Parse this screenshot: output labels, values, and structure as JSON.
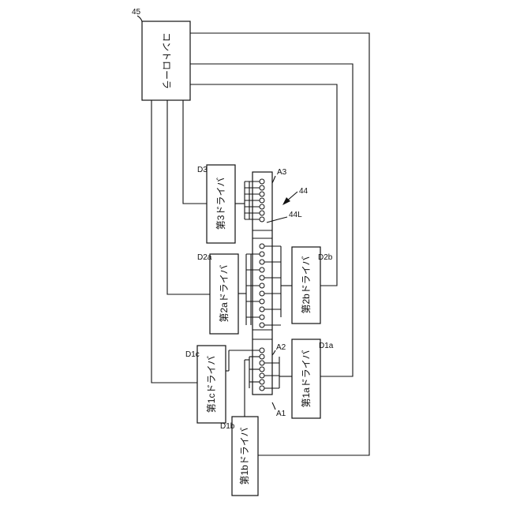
{
  "diagram": {
    "controller": {
      "ref": "45",
      "label": "コントローラ"
    },
    "drivers": {
      "d3": {
        "ref": "D3",
        "label": "第3ドライバ"
      },
      "d2a": {
        "ref": "D2a",
        "label": "第2aドライバ"
      },
      "d2b": {
        "ref": "D2b",
        "label": "第2bドライバ"
      },
      "d1c": {
        "ref": "D1c",
        "label": "第1cドライバ"
      },
      "d1a": {
        "ref": "D1a",
        "label": "第1aドライバ"
      },
      "d1b": {
        "ref": "D1b",
        "label": "第1bドライバ"
      }
    },
    "array": {
      "ref": "44",
      "line_ref": "44L",
      "regions": {
        "a1": "A1",
        "a2": "A2",
        "a3": "A3"
      }
    }
  }
}
